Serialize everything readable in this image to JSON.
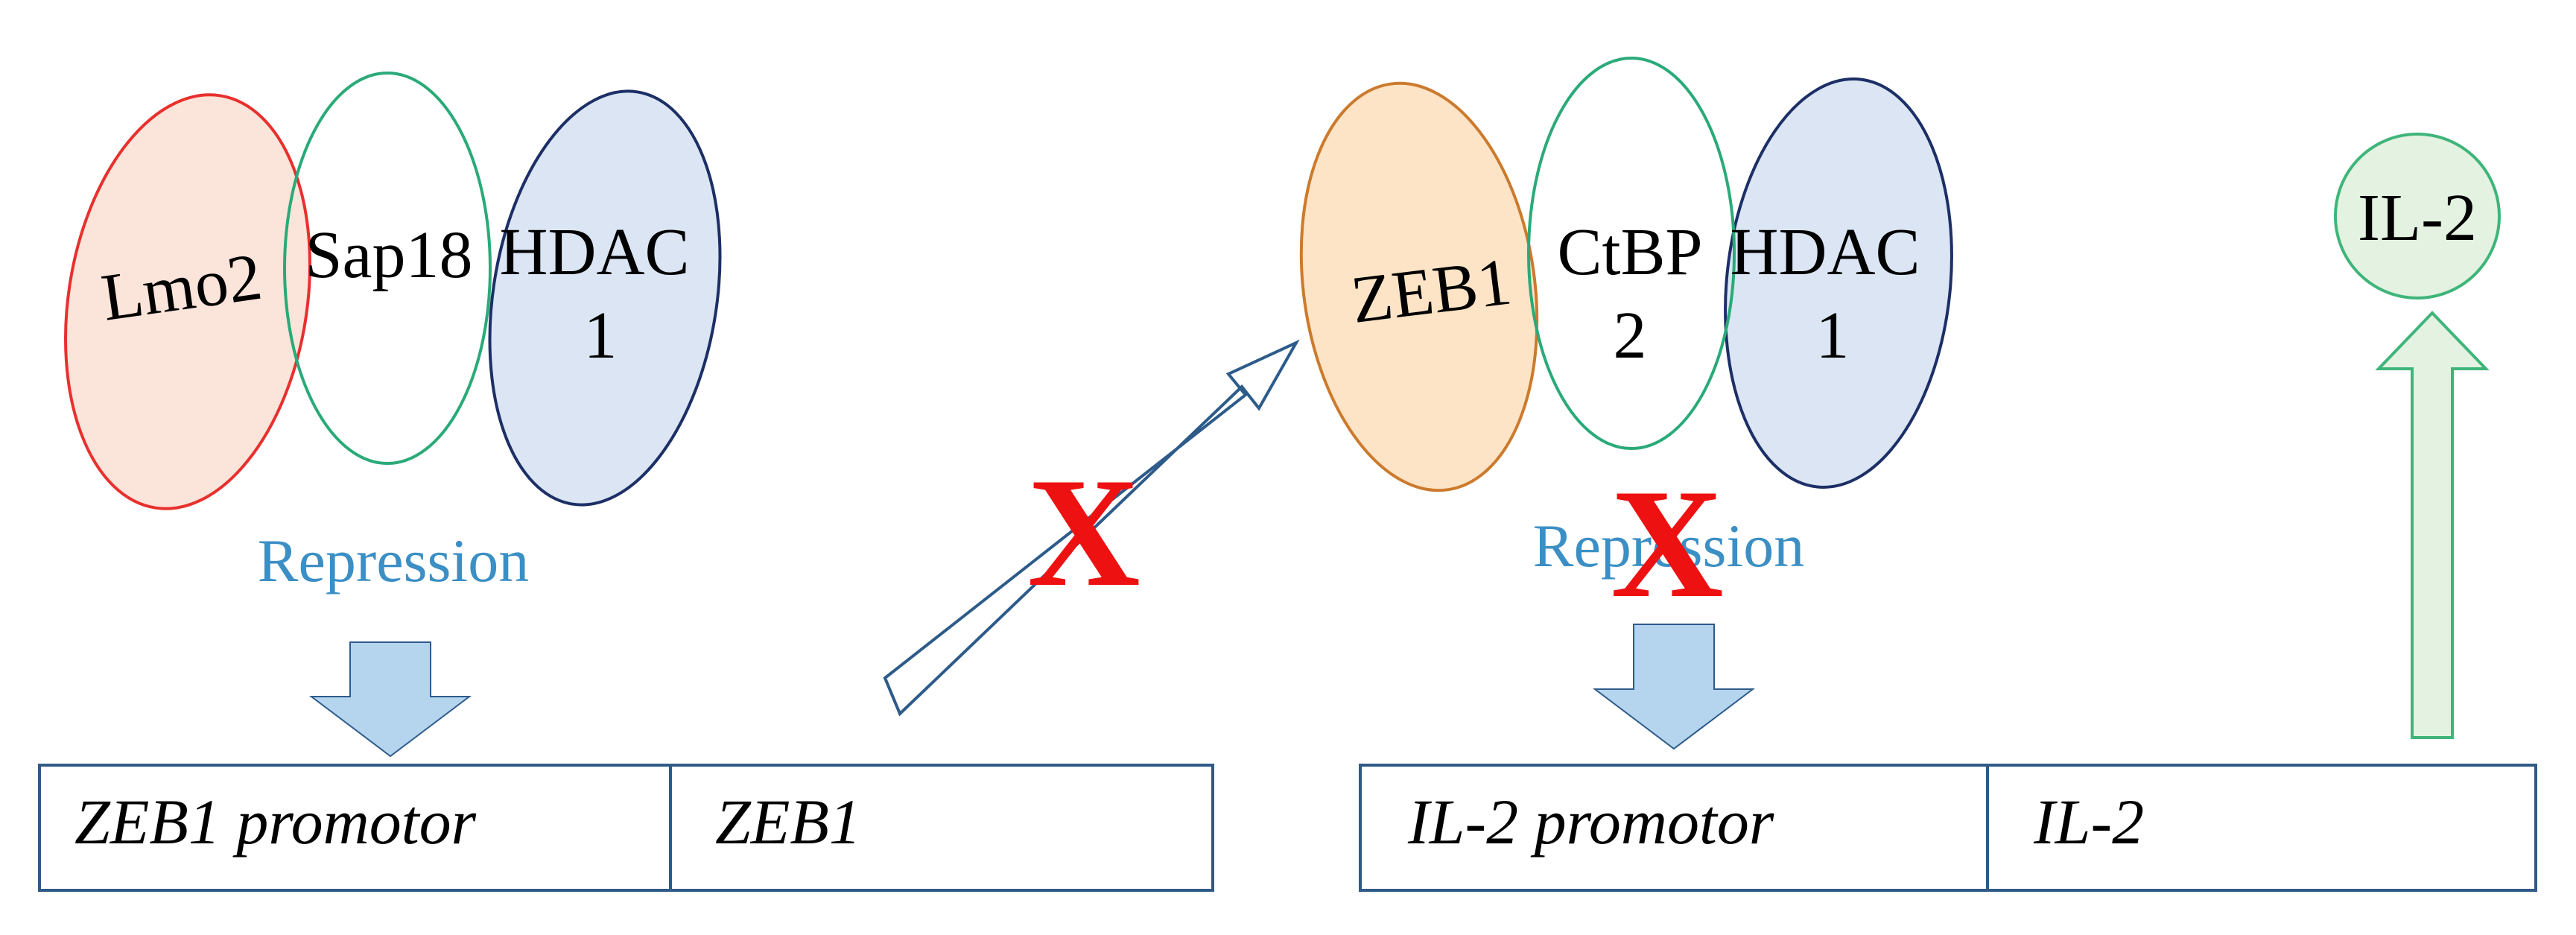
{
  "colors": {
    "lmo2_stroke": "#e8302e",
    "lmo2_fill": "#fbe4d9",
    "green_stroke": "#2aaa78",
    "hdac_stroke": "#1c2f66",
    "hdac_fill": "#dbe5f3",
    "zeb1_stroke": "#cc7a2d",
    "zeb1_fill": "#fde4c6",
    "repression_text": "#3b8fc5",
    "block_arrow": "#2d5b8a",
    "block_arrow_fill": "#b5d4ee",
    "red_x": "#ee1111",
    "il2_stroke": "#3fb57a",
    "il2_fill": "#e4f2e2",
    "box_stroke": "#2f5a86"
  },
  "left_complex": {
    "lmo2": "Lmo2",
    "sap18": "Sap18",
    "hdac1_line1": "HDAC",
    "hdac1_line2": "1"
  },
  "right_complex": {
    "zeb1": "ZEB1",
    "ctbp2_line1": "CtBP",
    "ctbp2_line2": "2",
    "hdac1_line1": "HDAC",
    "hdac1_line2": "1"
  },
  "repression_left": "Repression",
  "repression_right": "Repression",
  "inhibition_mark": "X",
  "il2_product": "IL-2",
  "gene_left": {
    "promoter": "ZEB1 promotor",
    "gene": "ZEB1"
  },
  "gene_right": {
    "promoter": "IL-2 promotor",
    "gene": "IL-2"
  }
}
